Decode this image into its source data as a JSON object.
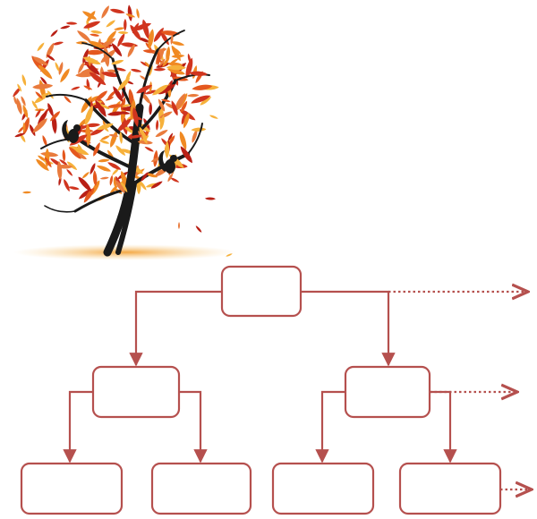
{
  "palette": {
    "stroke": "#b5504e",
    "trunk": "#1a1a1a",
    "leaf_colors": [
      "#d0351f",
      "#e4581e",
      "#f08a23",
      "#f6b13b",
      "#b92016",
      "#e97b3d"
    ],
    "ground": "#f5b35a"
  },
  "illustration": {
    "name": "autumn-tree",
    "animals": [
      "squirrel",
      "squirrel"
    ]
  },
  "diagram": {
    "type": "hierarchy-tree",
    "nodes": [
      {
        "id": "root",
        "label": "",
        "level": 0
      },
      {
        "id": "mid-left",
        "label": "",
        "level": 1,
        "parent": "root"
      },
      {
        "id": "mid-right",
        "label": "",
        "level": 1,
        "parent": "root"
      },
      {
        "id": "leaf-1",
        "label": "",
        "level": 2,
        "parent": "mid-left"
      },
      {
        "id": "leaf-2",
        "label": "",
        "level": 2,
        "parent": "mid-left"
      },
      {
        "id": "leaf-3",
        "label": "",
        "level": 2,
        "parent": "mid-right"
      },
      {
        "id": "leaf-4",
        "label": "",
        "level": 2,
        "parent": "mid-right"
      }
    ],
    "continuations": [
      {
        "from": "root",
        "style": "dotted-arrow"
      },
      {
        "from": "mid-right",
        "style": "dotted-arrow"
      },
      {
        "from": "leaf-4",
        "style": "dotted-arrow"
      }
    ]
  }
}
